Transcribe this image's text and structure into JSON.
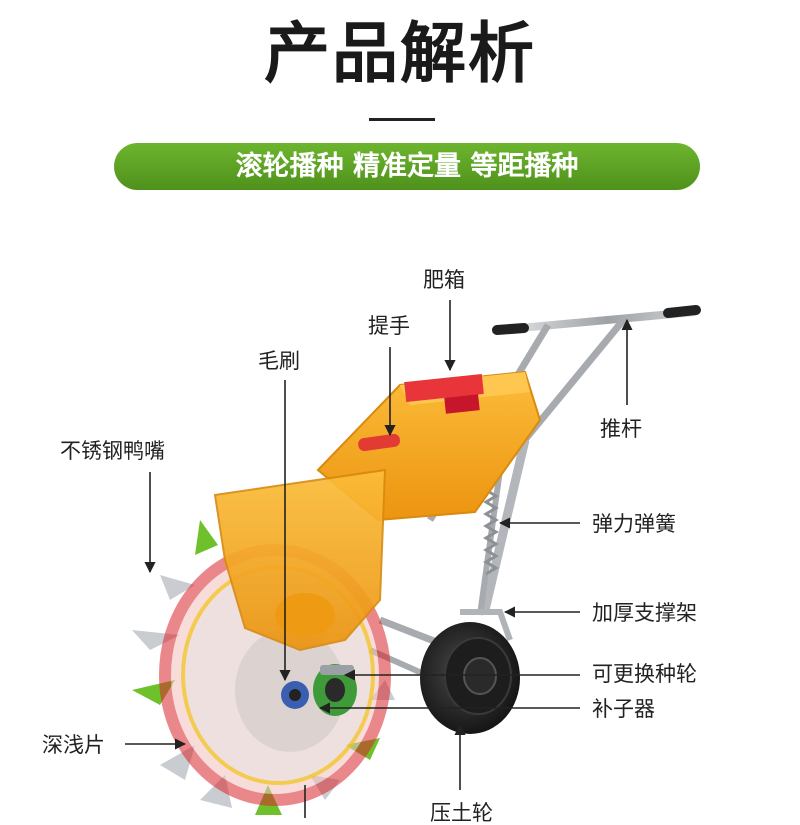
{
  "header": {
    "title": "产品解析",
    "banner": "滚轮播种 精准定量 等距播种"
  },
  "labels": {
    "fertilizer_box": "肥箱",
    "handle": "提手",
    "brush": "毛刷",
    "duckbill": "不锈钢鸭嘴",
    "push_rod": "推杆",
    "spring": "弹力弹簧",
    "support_frame": "加厚支撑架",
    "seed_wheel": "可更换种轮",
    "seed_filler": "补子器",
    "depth_plate": "深浅片",
    "press_wheel": "压土轮"
  },
  "colors": {
    "banner_green": "#5fa326",
    "hopper_orange": "#f6a91f",
    "wheel_red": "#d8262c",
    "spike_green": "#6fc12b",
    "frame_silver": "#b9bcc0"
  }
}
